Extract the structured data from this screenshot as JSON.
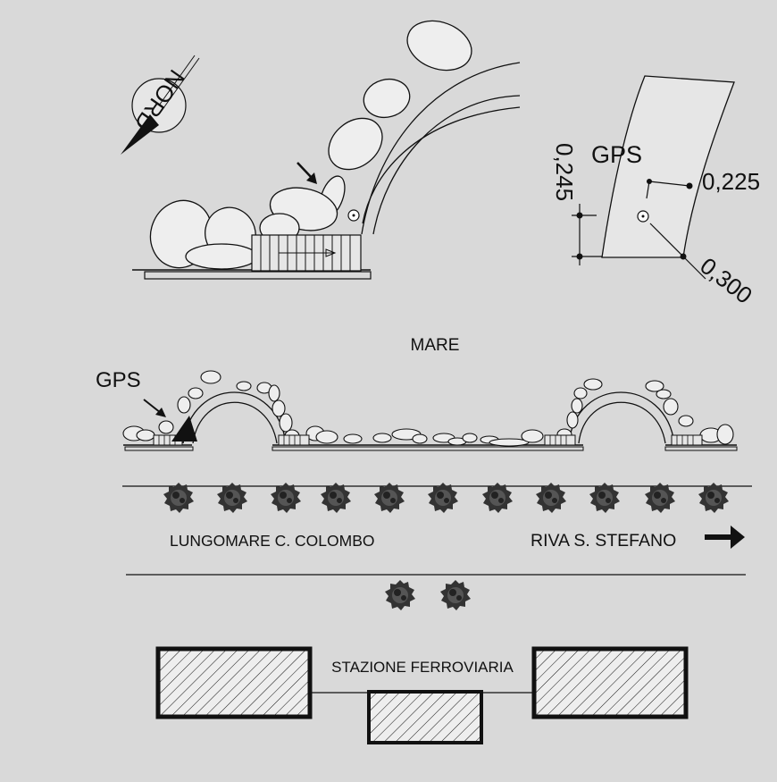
{
  "north_label": "NORD",
  "detail": {
    "gps_label": "GPS",
    "dim_vertical": "0,245",
    "dim_top": "0,225",
    "dim_bottom": "0,300"
  },
  "plan": {
    "sea_label": "MARE",
    "gps_label": "GPS",
    "road_label": "LUNGOMARE C. COLOMBO",
    "direction_label": "RIVA S. STEFANO",
    "station_label": "STAZIONE FERROVIARIA"
  },
  "colors": {
    "background": "#d9d9d9",
    "line": "#111111",
    "rock_fill": "#eeeeee",
    "tree_fill": "#333333"
  },
  "icons": [
    "north-arrow-icon",
    "pointer-arrow-icon",
    "direction-arrow-icon",
    "tree-icon"
  ]
}
